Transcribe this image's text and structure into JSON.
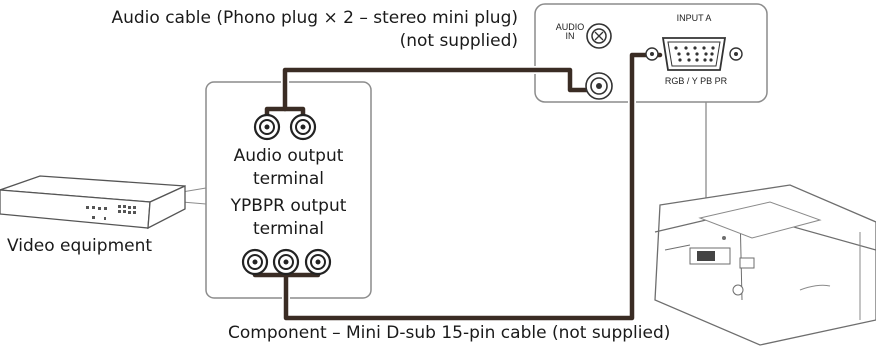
{
  "labels": {
    "audio_cable_line1": "Audio cable (Phono plug × 2 – stereo mini plug)",
    "audio_cable_line2": "(not supplied)",
    "audio_output_line1": "Audio output",
    "audio_output_line2": "terminal",
    "ypbpr_output_line1": "YPBPR output",
    "ypbpr_output_line2": "terminal",
    "video_equipment": "Video equipment",
    "component_cable": "Component – Mini D-sub 15-pin cable (not supplied)"
  },
  "panel": {
    "audio_in_line1": "AUDIO",
    "audio_in_line2": "IN",
    "input_a": "INPUT A",
    "rgb_label": "RGB / Y PB  PR"
  },
  "colors": {
    "cable": "#3a2c24",
    "outline": "#8c8c8c",
    "text": "#1a1a1a"
  },
  "icons": [
    "phono-jack-icon",
    "stereo-mini-jack-icon",
    "dsub-15-connector-icon",
    "video-deck-icon",
    "projector-icon"
  ]
}
